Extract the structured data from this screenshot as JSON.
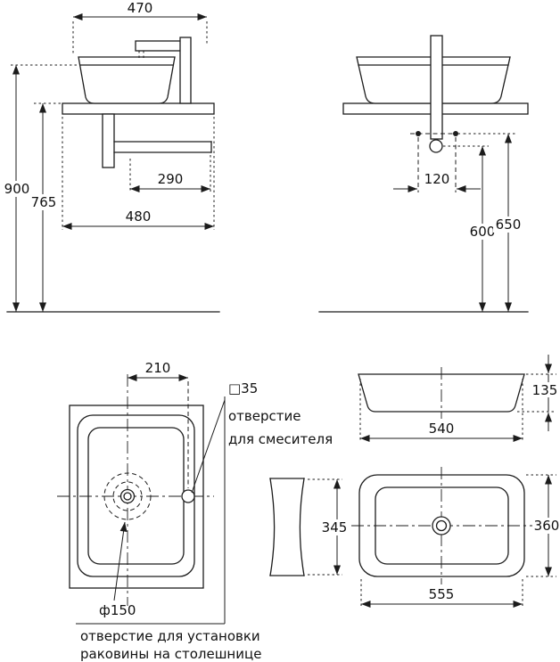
{
  "views": {
    "front": {
      "dim_470": "470",
      "dim_900": "900",
      "dim_765": "765",
      "dim_290": "290",
      "dim_480": "480"
    },
    "side": {
      "dim_120": "120",
      "dim_600": "600",
      "dim_650": "650"
    },
    "top_counter": {
      "dim_210": "210",
      "mixer_hole_size": "□35",
      "mixer_note_line1": "отверстие",
      "mixer_note_line2": "для смесителя",
      "install_hole_dia": "ф150",
      "install_note_line1": "отверстие для установки",
      "install_note_line2": "раковины на столешнице"
    },
    "basin": {
      "dim_135": "135",
      "dim_540": "540",
      "dim_345": "345",
      "dim_360": "360",
      "dim_555": "555"
    }
  }
}
